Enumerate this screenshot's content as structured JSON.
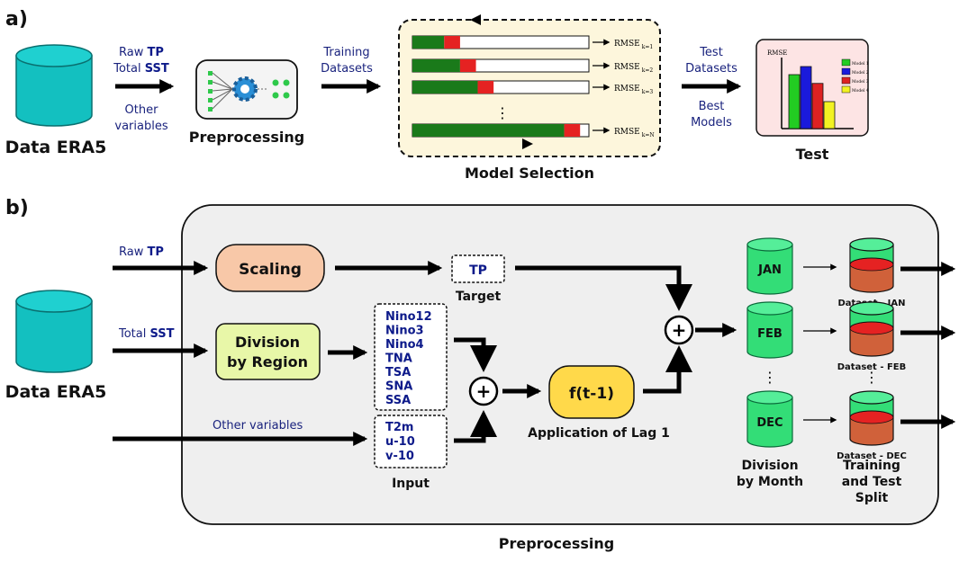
{
  "panel_a": {
    "label": "a)",
    "data_source": "Data ERA5",
    "inputs": {
      "raw_prefix": "Raw",
      "raw_var": "TP",
      "total_prefix": "Total",
      "total_var": "SST",
      "other_line1": "Other",
      "other_line2": "variables"
    },
    "preprocessing_label": "Preprocessing",
    "training_line1": "Training",
    "training_line2": "Datasets",
    "rmse_rows": [
      {
        "label": "RMSE",
        "sub": "k=1",
        "green": 0.18,
        "red": 0.09
      },
      {
        "label": "RMSE",
        "sub": "k=2",
        "green": 0.27,
        "red": 0.09
      },
      {
        "label": "RMSE",
        "sub": "k=3",
        "green": 0.37,
        "red": 0.09
      },
      {
        "label": "RMSE",
        "sub": "k=N",
        "green": 0.86,
        "red": 0.09
      }
    ],
    "ellipsis": "⋮",
    "model_selection_label": "Model Selection",
    "test_line1": "Test",
    "test_line2": "Datasets",
    "best_line1": "Best",
    "best_line2": "Models",
    "test_label": "Test",
    "test_chart": {
      "ylabel": "RMSE",
      "bars": [
        {
          "value": 0.8,
          "color": "#22cc22"
        },
        {
          "value": 0.92,
          "color": "#1a1adb"
        },
        {
          "value": 0.67,
          "color": "#dd2222"
        },
        {
          "value": 0.4,
          "color": "#f2f222"
        }
      ],
      "legend": [
        "Model 1",
        "Model 2",
        "Model 3",
        "Model 4"
      ]
    }
  },
  "panel_b": {
    "label": "b)",
    "data_source": "Data ERA5",
    "raw_prefix": "Raw",
    "raw_var": "TP",
    "total_prefix": "Total",
    "total_var": "SST",
    "other_variables": "Other variables",
    "scaling": "Scaling",
    "division_line1": "Division",
    "division_line2": "by Region",
    "target_var": "TP",
    "target_label": "Target",
    "indices": [
      "Nino12",
      "Nino3",
      "Nino4",
      "TNA",
      "TSA",
      "SNA",
      "SSA"
    ],
    "other_inputs": [
      "T2m",
      "u-10",
      "v-10"
    ],
    "input_label": "Input",
    "plus": "+",
    "lag_function": "f(t-1)",
    "lag_label": "Application of Lag 1",
    "months": [
      "JAN",
      "FEB",
      "DEC"
    ],
    "datasets": [
      "Dataset - JAN",
      "Dataset - FEB",
      "Dataset - DEC"
    ],
    "ellipsis": "⋮",
    "division_month_line1": "Division",
    "division_month_line2": "by Month",
    "split_line1": "Training",
    "split_line2": "and Test",
    "split_line3": "Split",
    "preprocessing_label": "Preprocessing"
  },
  "colors": {
    "cylinder_teal": "#13c0c0",
    "green_bar": "#1a7a1a",
    "red_bar": "#e52222",
    "scaling_fill": "#f8c8a8",
    "division_fill": "#e8f7a8",
    "lag_fill": "#ffd94a",
    "month_green": "#33dd77",
    "model_sel_fill": "#fdf6dc",
    "panel_gray": "#efefef"
  }
}
